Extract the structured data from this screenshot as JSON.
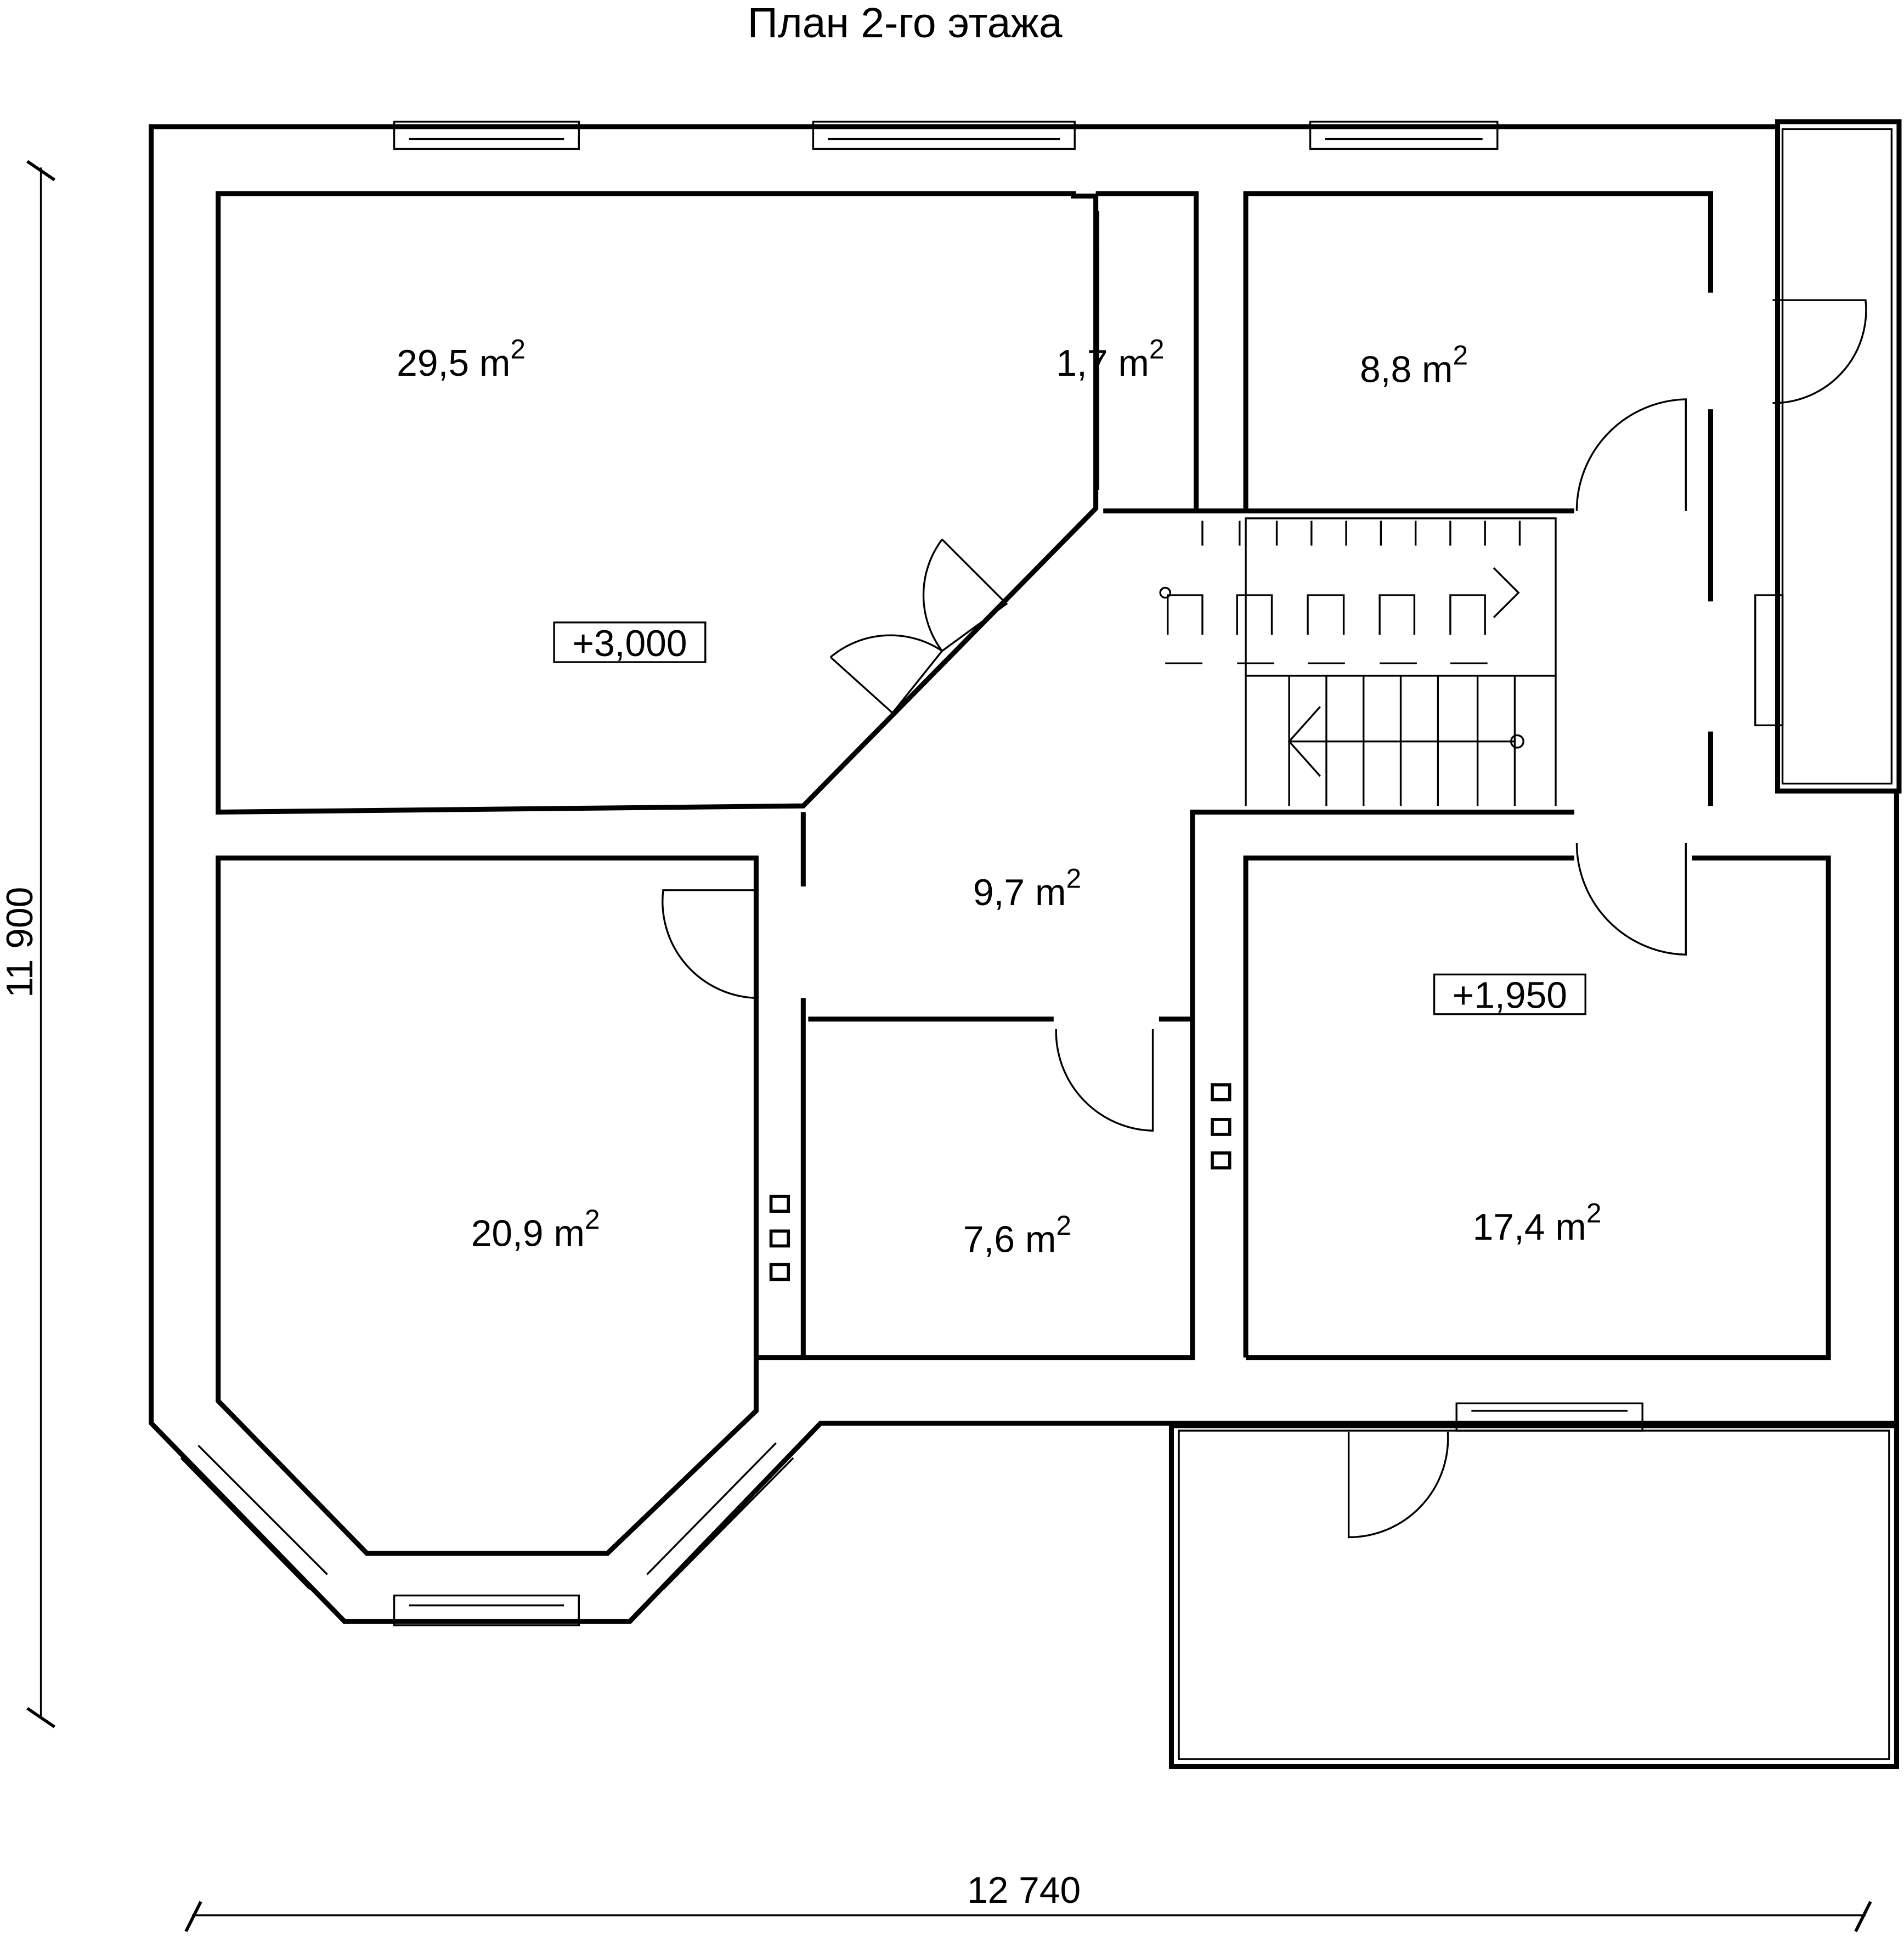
{
  "title": "План 2-го этажа",
  "rooms": [
    {
      "area": "29,5 m",
      "unit_power": "2"
    },
    {
      "area": "1,7 m",
      "unit_power": "2"
    },
    {
      "area": "8,8 m",
      "unit_power": "2"
    },
    {
      "area": "9,7 m",
      "unit_power": "2"
    },
    {
      "area": "20,9 m",
      "unit_power": "2"
    },
    {
      "area": "7,6 m",
      "unit_power": "2"
    },
    {
      "area": "17,4 m",
      "unit_power": "2"
    }
  ],
  "levels": [
    "+3,000",
    "+1,950"
  ],
  "dimensions": {
    "height": "11 900",
    "width": "12 740"
  }
}
